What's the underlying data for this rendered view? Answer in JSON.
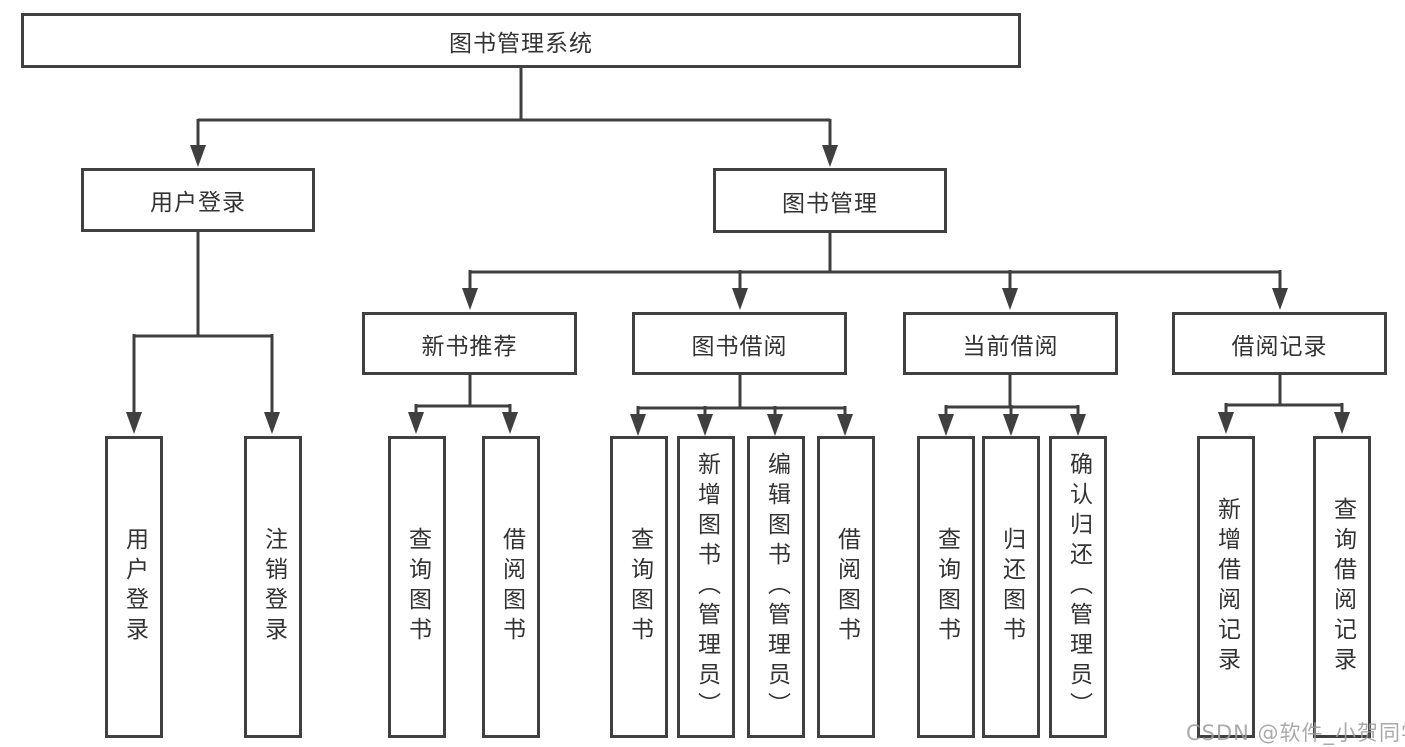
{
  "diagram": {
    "root": {
      "label": "图书管理系统"
    },
    "branches": {
      "user_login": {
        "label": "用户登录",
        "children": {
          "login": {
            "label": "用户登录"
          },
          "logout": {
            "label": "注销登录"
          }
        }
      },
      "book_mgmt": {
        "label": "图书管理",
        "children": {
          "new_book_rec": {
            "label": "新书推荐",
            "children": {
              "query": {
                "label": "查询图书"
              },
              "borrow": {
                "label": "借阅图书"
              }
            }
          },
          "book_borrow": {
            "label": "图书借阅",
            "children": {
              "query": {
                "label": "查询图书"
              },
              "add": {
                "label": "新增图书（管理员）"
              },
              "edit": {
                "label": "编辑图书（管理员）"
              },
              "borrow": {
                "label": "借阅图书"
              }
            }
          },
          "current_borrow": {
            "label": "当前借阅",
            "children": {
              "query": {
                "label": "查询图书"
              },
              "return": {
                "label": "归还图书"
              },
              "confirm": {
                "label": "确认归还（管理员）"
              }
            }
          },
          "borrow_records": {
            "label": "借阅记录",
            "children": {
              "add": {
                "label": "新增借阅记录"
              },
              "query": {
                "label": "查询借阅记录"
              }
            }
          }
        }
      }
    },
    "colors": {
      "line": "#3f3f3f",
      "border": "#404040",
      "text": "#333333",
      "watermark": "#9c9c9c",
      "background": "#ffffff"
    }
  },
  "watermark": {
    "text": "CSDN @软件_小贺同学"
  }
}
